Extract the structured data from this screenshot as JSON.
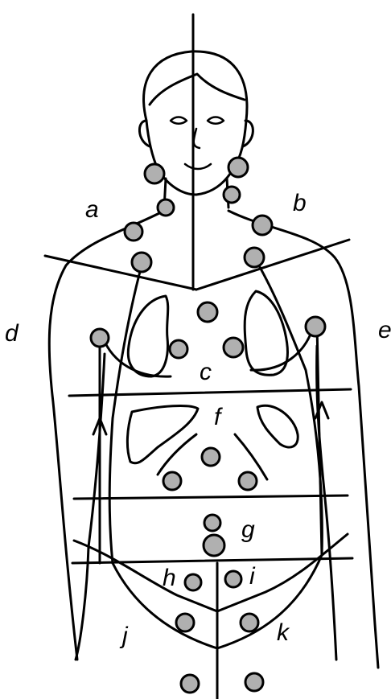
{
  "colors": {
    "ink": "#000000",
    "node_fill": "#b0b0b0",
    "background": "#ffffff"
  },
  "labels": {
    "a": "a",
    "b": "b",
    "c": "c",
    "d": "d",
    "e": "e",
    "f": "f",
    "g": "g",
    "h": "h",
    "i": "i",
    "j": "j",
    "k": "k"
  }
}
